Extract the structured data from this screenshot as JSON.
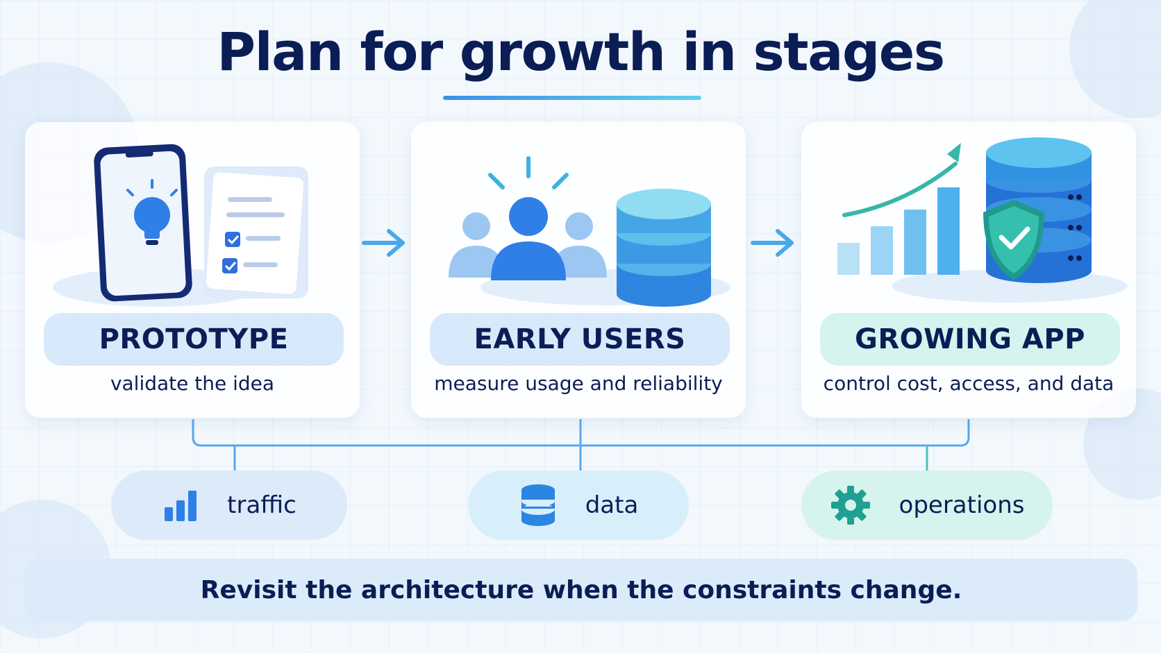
{
  "title": "Plan for growth in stages",
  "stages": [
    {
      "label": "PROTOTYPE",
      "subtitle": "validate the idea"
    },
    {
      "label": "EARLY USERS",
      "subtitle": "measure usage and reliability"
    },
    {
      "label": "GROWING APP",
      "subtitle": "control cost, access, and data"
    }
  ],
  "concerns": [
    {
      "label": "traffic",
      "icon": "bar-chart-icon"
    },
    {
      "label": "data",
      "icon": "database-icon"
    },
    {
      "label": "operations",
      "icon": "gear-icon"
    }
  ],
  "footer": "Revisit the architecture when the constraints change.",
  "colors": {
    "navy": "#0b1d55",
    "blue": "#2f7fe6",
    "teal": "#22b3a4",
    "cyan": "#4ec3e6"
  }
}
